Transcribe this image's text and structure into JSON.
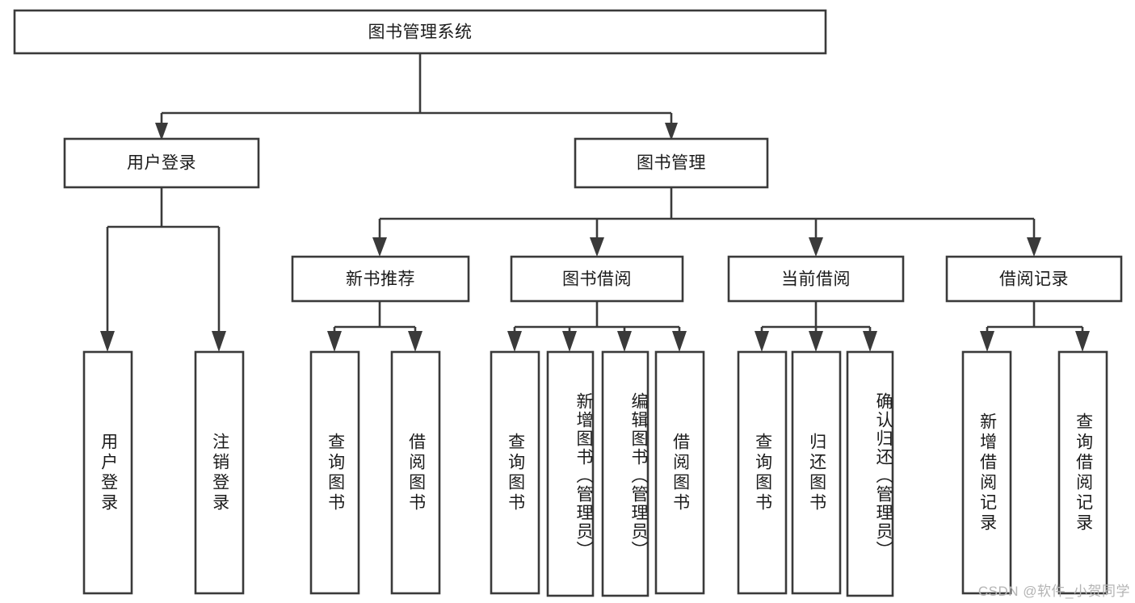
{
  "diagram": {
    "type": "tree",
    "title": "图书管理系统",
    "root": {
      "label": "图书管理系统"
    },
    "level1": [
      {
        "label": "用户登录"
      },
      {
        "label": "图书管理"
      }
    ],
    "level2": [
      {
        "label": "新书推荐",
        "parent": "图书管理"
      },
      {
        "label": "图书借阅",
        "parent": "图书管理"
      },
      {
        "label": "当前借阅",
        "parent": "图书管理"
      },
      {
        "label": "借阅记录",
        "parent": "图书管理"
      }
    ],
    "leaves": [
      {
        "label": "用户登录",
        "parent": "用户登录"
      },
      {
        "label": "注销登录",
        "parent": "用户登录"
      },
      {
        "label": "查询图书",
        "parent": "新书推荐"
      },
      {
        "label": "借阅图书",
        "parent": "新书推荐"
      },
      {
        "label": "查询图书",
        "parent": "图书借阅"
      },
      {
        "label": "新增图书（管理员）",
        "parent": "图书借阅"
      },
      {
        "label": "编辑图书（管理员）",
        "parent": "图书借阅"
      },
      {
        "label": "借阅图书",
        "parent": "图书借阅"
      },
      {
        "label": "查询图书",
        "parent": "当前借阅"
      },
      {
        "label": "归还图书",
        "parent": "当前借阅"
      },
      {
        "label": "确认归还（管理员）",
        "parent": "当前借阅"
      },
      {
        "label": "新增借阅记录",
        "parent": "借阅记录"
      },
      {
        "label": "查询借阅记录",
        "parent": "借阅记录"
      }
    ]
  },
  "watermark": {
    "text": "CSDN @软件_小贺同学"
  },
  "colors": {
    "stroke": "#3a3a3a",
    "box_fill": "#ffffff",
    "text": "#1b1b1b",
    "watermark": "#b4b4b4",
    "background": "#ffffff"
  }
}
